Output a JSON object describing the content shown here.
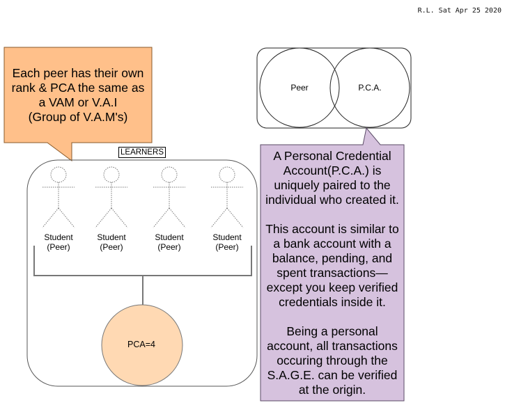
{
  "stamp": "R.L. Sat Apr 25 2020",
  "peer_callout": {
    "text": "Each peer has their own\nrank & PCA the same as\na VAM or V.A.I\n(Group of V.A.M's)",
    "fill": "#ffc08a",
    "stroke": "#8a5a2a"
  },
  "venn": {
    "left_label": "Peer",
    "right_label": "P.C.A."
  },
  "pca_callout": {
    "text": "A Personal Credential\nAccount(P.C.A.) is\nuniquely paired to the\nindividual who created it.\n\nThis account is similar to\na bank account with a\nbalance, pending, and\nspent transactions—\nexcept you keep verified\ncredentials inside it.\n\nBeing a personal\naccount, all transactions\noccuring through the\nS.A.G.E. can be verified\nat the origin.",
    "fill": "#d6c2de",
    "stroke": "#5a4a66"
  },
  "learners": {
    "title": "LEARNERS",
    "students": [
      "Student\n(Peer)",
      "Student\n(Peer)",
      "Student\n(Peer)",
      "Student\n(Peer)"
    ],
    "pca_count": "PCA=4",
    "pca_fill": "#ffd9b3"
  }
}
